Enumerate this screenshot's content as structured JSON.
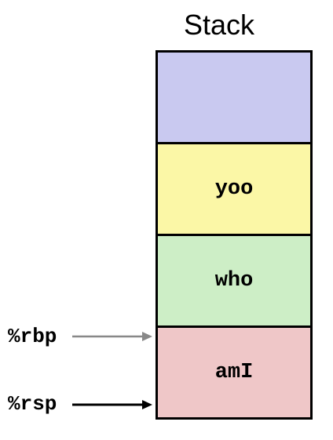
{
  "diagram": {
    "title": "Stack",
    "frames": [
      {
        "label": "",
        "color": "#c9c9f0"
      },
      {
        "label": "yoo",
        "color": "#fbf7a6"
      },
      {
        "label": "who",
        "color": "#cdeec6"
      },
      {
        "label": "amI",
        "color": "#efc7c8"
      }
    ],
    "registers": {
      "rbp": {
        "label": "%rbp",
        "arrow_color": "#888888"
      },
      "rsp": {
        "label": "%rsp",
        "arrow_color": "#000000"
      }
    }
  }
}
